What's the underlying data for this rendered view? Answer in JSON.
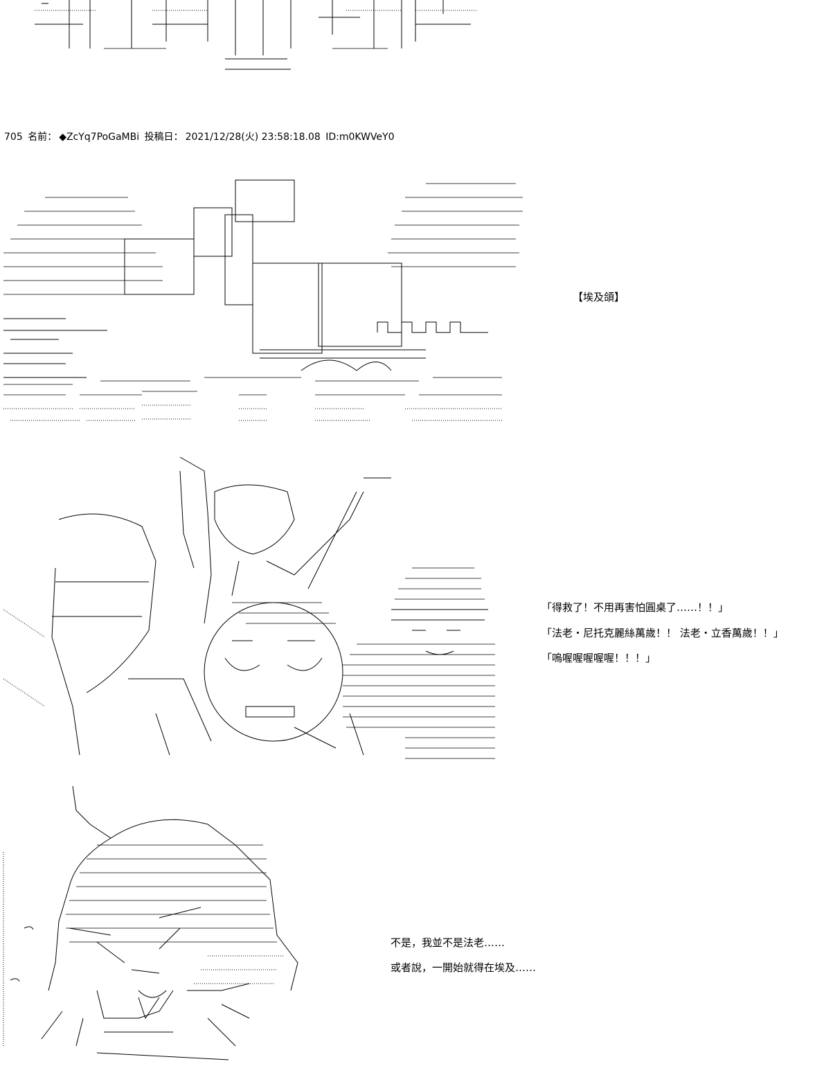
{
  "post": {
    "number": "705",
    "name_label": "名前：",
    "name": "◆ZcYq7PoGaMBi",
    "posted_label": "投稿日：",
    "datetime": "2021/12/28(火) 23:58:18.08",
    "id": "ID:m0KWVeY0"
  },
  "captions": {
    "location": "【埃及頜】",
    "dialogue": [
      "「得救了！不用再害怕圓桌了……！！」",
      "「法老・尼托克麗絲萬歲！！ 法老・立香萬歲！！」",
      "「嗚喔喔喔喔喔！！！」"
    ],
    "monologue": [
      "不是，我並不是法老……",
      "或者說，一開始就得在埃及……"
    ]
  }
}
